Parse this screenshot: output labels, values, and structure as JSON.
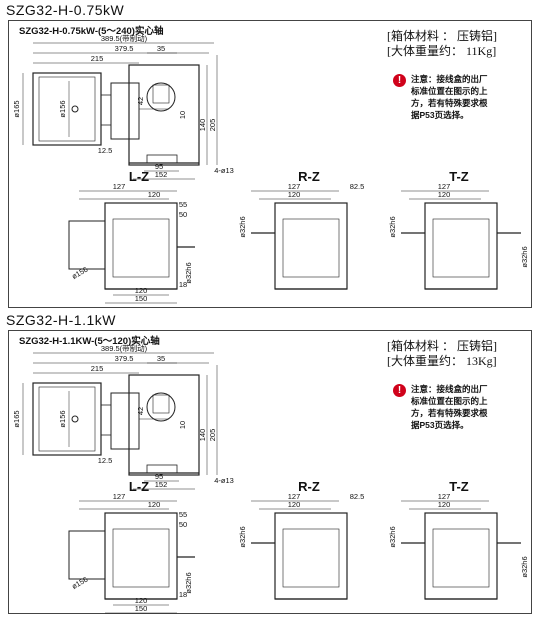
{
  "sections": [
    {
      "title": "SZG32-H-0.75kW",
      "subtitle": "SZG32-H-0.75kW-(5～240)实心轴",
      "spec_lines": [
        "[箱体材料 ： 压铸铝]",
        "[大体重量约： 11Kg]"
      ],
      "note_icon": "exclamation-icon",
      "note_lines": [
        "注意：接线盒的出厂",
        "标准位置在图示的上",
        "方，若有特殊要求根",
        "据P53页选择。"
      ],
      "front_dims": [
        "389.5(带制动)",
        "379.5",
        "215",
        "ø165",
        "ø156",
        "12.5"
      ],
      "side_dims": [
        "35",
        "42",
        "10",
        "140",
        "205",
        "95",
        "152",
        "4-ø13"
      ],
      "views": [
        {
          "label": "L-Z",
          "dims": [
            "127",
            "120",
            "55",
            "50",
            "ø156",
            "ø32h6",
            "18",
            "120",
            "150"
          ]
        },
        {
          "label": "R-Z",
          "dims": [
            "127",
            "82.5",
            "120",
            "ø32h6"
          ]
        },
        {
          "label": "T-Z",
          "dims": [
            "127",
            "127",
            "120",
            "120",
            "ø32h6",
            "ø32h6"
          ]
        }
      ]
    },
    {
      "title": "SZG32-H-1.1kW",
      "subtitle": "SZG32-H-1.1KW-(5～120)实心轴",
      "spec_lines": [
        "[箱体材料 ：  压铸铝]",
        "[大体重量约：  13Kg]"
      ],
      "note_icon": "exclamation-icon",
      "note_lines": [
        "注意：接线盒的出厂",
        "标准位置在图示的上",
        "方，若有特殊要求根",
        "据P53页选择。"
      ],
      "front_dims": [
        "389.5(带制动)",
        "379.5",
        "215",
        "ø165",
        "ø156",
        "12.5"
      ],
      "side_dims": [
        "35",
        "42",
        "10",
        "140",
        "205",
        "95",
        "152",
        "4-ø13"
      ],
      "views": [
        {
          "label": "L-Z",
          "dims": [
            "127",
            "120",
            "55",
            "50",
            "ø156",
            "ø32h6",
            "18",
            "120",
            "150"
          ]
        },
        {
          "label": "R-Z",
          "dims": [
            "127",
            "82.5",
            "120",
            "ø32h6"
          ]
        },
        {
          "label": "T-Z",
          "dims": [
            "127",
            "127",
            "120",
            "120",
            "ø32h6",
            "ø32h6"
          ]
        }
      ]
    }
  ],
  "colors": {
    "warning": "#d0021b",
    "line": "#222222",
    "dim": "#333333"
  }
}
